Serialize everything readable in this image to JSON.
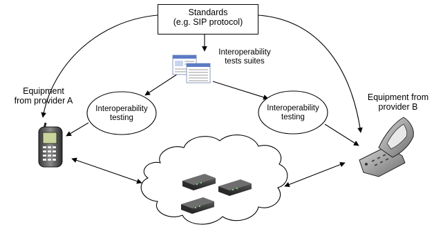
{
  "standards": {
    "line1": "Standards",
    "line2": "(e.g. SIP protocol)"
  },
  "test_suites": {
    "line1": "Interoperability",
    "line2": "tests suites"
  },
  "testing_left": {
    "line1": "Interoperability",
    "line2": "testing"
  },
  "testing_right": {
    "line1": "Interoperability",
    "line2": "testing"
  },
  "equipment_a": {
    "line1": "Equipment",
    "line2": "from provider A"
  },
  "equipment_b": {
    "line1": "Equipment from",
    "line2": "provider B"
  }
}
